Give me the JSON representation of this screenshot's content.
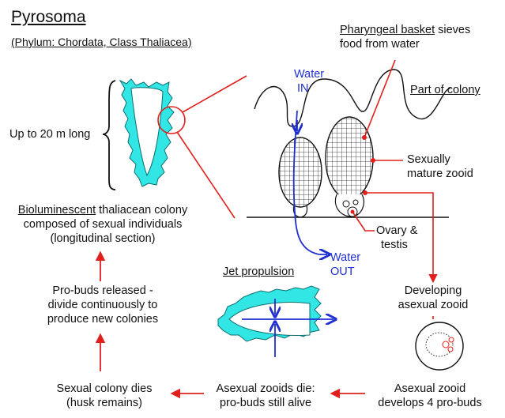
{
  "title": "Pyrosoma",
  "subtitle": "(Phylum: Chordata, Class Thaliacea)",
  "labels": {
    "length": "Up to 20 m long",
    "pharyngeal": "Pharyngeal basket",
    "pharyngeal_rest1": "sieves",
    "pharyngeal_rest2": "food from water",
    "part_colony": "Part of colony",
    "water_in_1": "Water",
    "water_in_2": "IN",
    "water_out_1": "Water",
    "water_out_2": "OUT",
    "sexually_1": "Sexually",
    "sexually_2": "mature zooid",
    "ovary_1": "Ovary &",
    "ovary_2": "testis",
    "biolum_word": "Bioluminescent",
    "biolum_rest": "thaliacean colony",
    "biolum_2": "composed of sexual individuals",
    "biolum_3": "(longitudinal section)",
    "jet": "Jet propulsion",
    "developing_1": "Developing",
    "developing_2": "asexual zooid",
    "probuds_1": "Pro-buds released -",
    "probuds_2": "divide continuously to",
    "probuds_3": "produce new colonies",
    "asexual_1": "Asexual zooid",
    "asexual_2": "develops 4 pro-buds",
    "asexual_die_1": "Asexual zooids die:",
    "asexual_die_2": "pro-buds still alive",
    "sexual_die_1": "Sexual colony dies",
    "sexual_die_2": "(husk remains)"
  },
  "colors": {
    "colony_fill": "#33e6e6",
    "arrow_red": "#e0201c",
    "water_blue": "#1f2fd0",
    "outline": "#111111"
  }
}
